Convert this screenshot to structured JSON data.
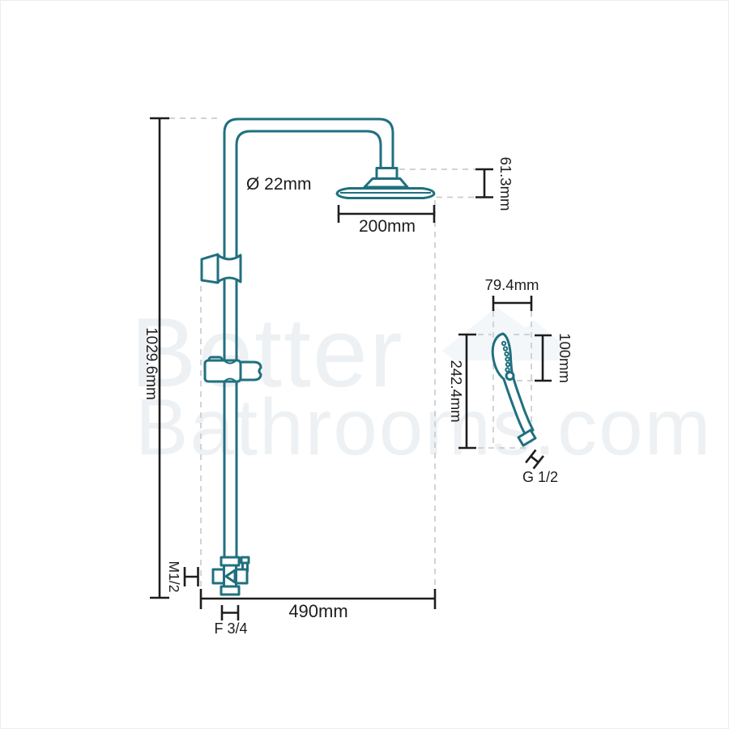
{
  "title": "Shower riser rail technical dimension drawing",
  "watermark": {
    "line1": "Better",
    "line2": "Bathrooms.com"
  },
  "labels": {
    "height_total": "1029.6mm",
    "pipe_diameter": "Ø 22mm",
    "head_width": "200mm",
    "head_depth": "61.3mm",
    "base_width": "490mm",
    "bottom_thread": "F 3/4",
    "side_thread": "M1/2",
    "handset_width": "79.4mm",
    "handset_length": "242.4mm",
    "handset_head_height": "100mm",
    "handset_thread": "G 1/2"
  },
  "colors": {
    "product_outline": "#20707f",
    "dimension_lines": "#1d1d1d",
    "guide_dashes": "#c9cdcf",
    "watermark": "#edf1f4",
    "background": "#ffffff"
  }
}
